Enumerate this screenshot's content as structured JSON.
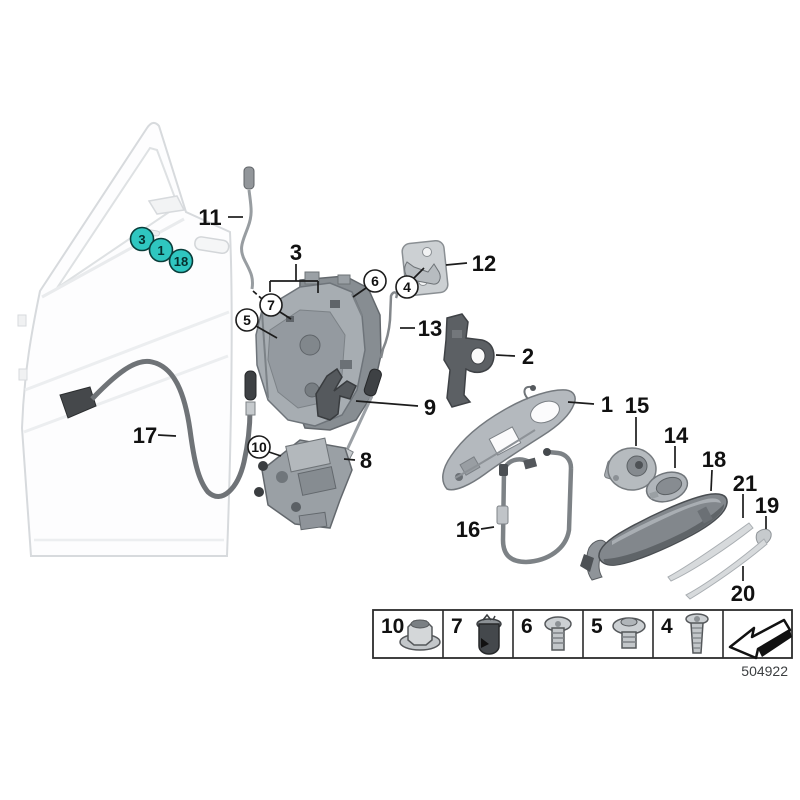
{
  "colors": {
    "badge_teal": "#2fc6c0",
    "badge_border": "#0a3d3a",
    "line_black": "#1c1c1c"
  },
  "badges": {
    "b3": "3",
    "b1": "1",
    "b18": "18"
  },
  "plain_labels": {
    "p1": "1",
    "p2": "2",
    "p3": "3",
    "p8": "8",
    "p9": "9",
    "p11": "11",
    "p12": "12",
    "p13": "13",
    "p14": "14",
    "p15": "15",
    "p16": "16",
    "p17": "17",
    "p18": "18",
    "p19": "19",
    "p20": "20",
    "p21": "21"
  },
  "circled_labels": {
    "c4": "4",
    "c5": "5",
    "c6": "6",
    "c7": "7",
    "c10": "10"
  },
  "legend": {
    "cells": [
      {
        "num": "10",
        "icon": "flange-nut-icon"
      },
      {
        "num": "7",
        "icon": "expansion-rivet-icon"
      },
      {
        "num": "6",
        "icon": "panhead-torx-screw-icon"
      },
      {
        "num": "5",
        "icon": "washer-head-screw-icon"
      },
      {
        "num": "4",
        "icon": "countersunk-screw-icon"
      }
    ],
    "arrow": "direction-of-travel-arrow-icon",
    "code": "504922"
  }
}
